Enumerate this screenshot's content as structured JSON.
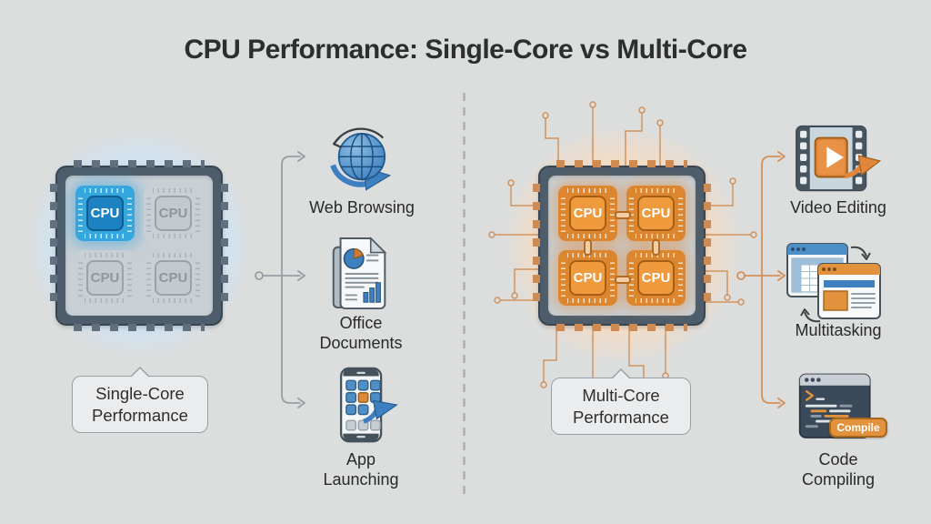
{
  "title": "CPU Performance: Single-Core vs Multi-Core",
  "background_color": "#dcdddd",
  "left": {
    "core_label": "CPU",
    "bubble_label": "Single-Core\nPerformance",
    "accent_color": "#2f9fd8",
    "items": [
      {
        "icon": "globe-icon",
        "label": "Web Browsing"
      },
      {
        "icon": "office-document-icon",
        "label": "Office\nDocuments"
      },
      {
        "icon": "smartphone-icon",
        "label": "App\nLaunching"
      }
    ]
  },
  "right": {
    "core_label": "CPU",
    "bubble_label": "Multi-Core\nPerformance",
    "accent_color": "#e0873a",
    "items": [
      {
        "icon": "filmstrip-icon",
        "label": "Video Editing"
      },
      {
        "icon": "windows-icon",
        "label": "Multitasking"
      },
      {
        "icon": "code-editor-icon",
        "label": "Code\nCompiling",
        "button_label": "Compile"
      }
    ]
  }
}
